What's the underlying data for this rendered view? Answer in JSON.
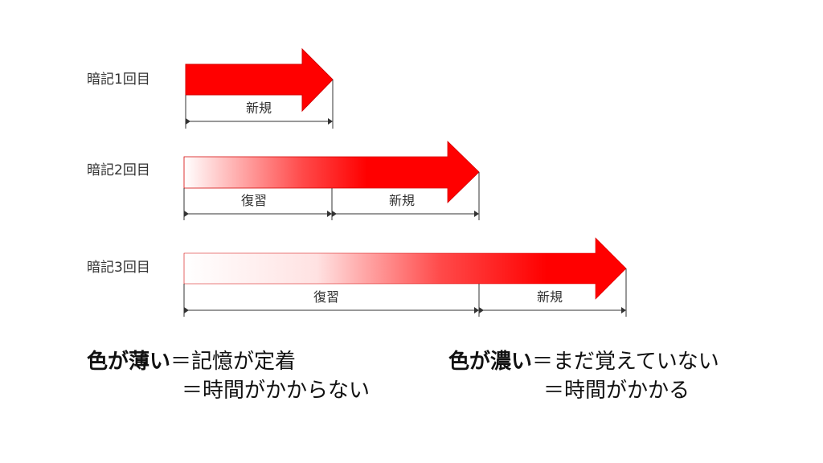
{
  "colors": {
    "arrow": "#ff0000",
    "fade": "#ffffff",
    "dim": "#333333"
  },
  "rows": [
    {
      "label": "暗記1回目",
      "segments": [
        {
          "label": "新規",
          "type": "new"
        }
      ]
    },
    {
      "label": "暗記2回目",
      "segments": [
        {
          "label": "復習",
          "type": "review"
        },
        {
          "label": "新規",
          "type": "new"
        }
      ]
    },
    {
      "label": "暗記3回目",
      "segments": [
        {
          "label": "復習",
          "type": "review"
        },
        {
          "label": "新規",
          "type": "new"
        }
      ]
    }
  ],
  "legend": {
    "light": {
      "key": "色が薄い",
      "line1": "＝記憶が定着",
      "line2": "＝時間がかからない"
    },
    "dark": {
      "key": "色が濃い",
      "line1": "＝まだ覚えていない",
      "line2": "＝時間がかかる"
    }
  }
}
